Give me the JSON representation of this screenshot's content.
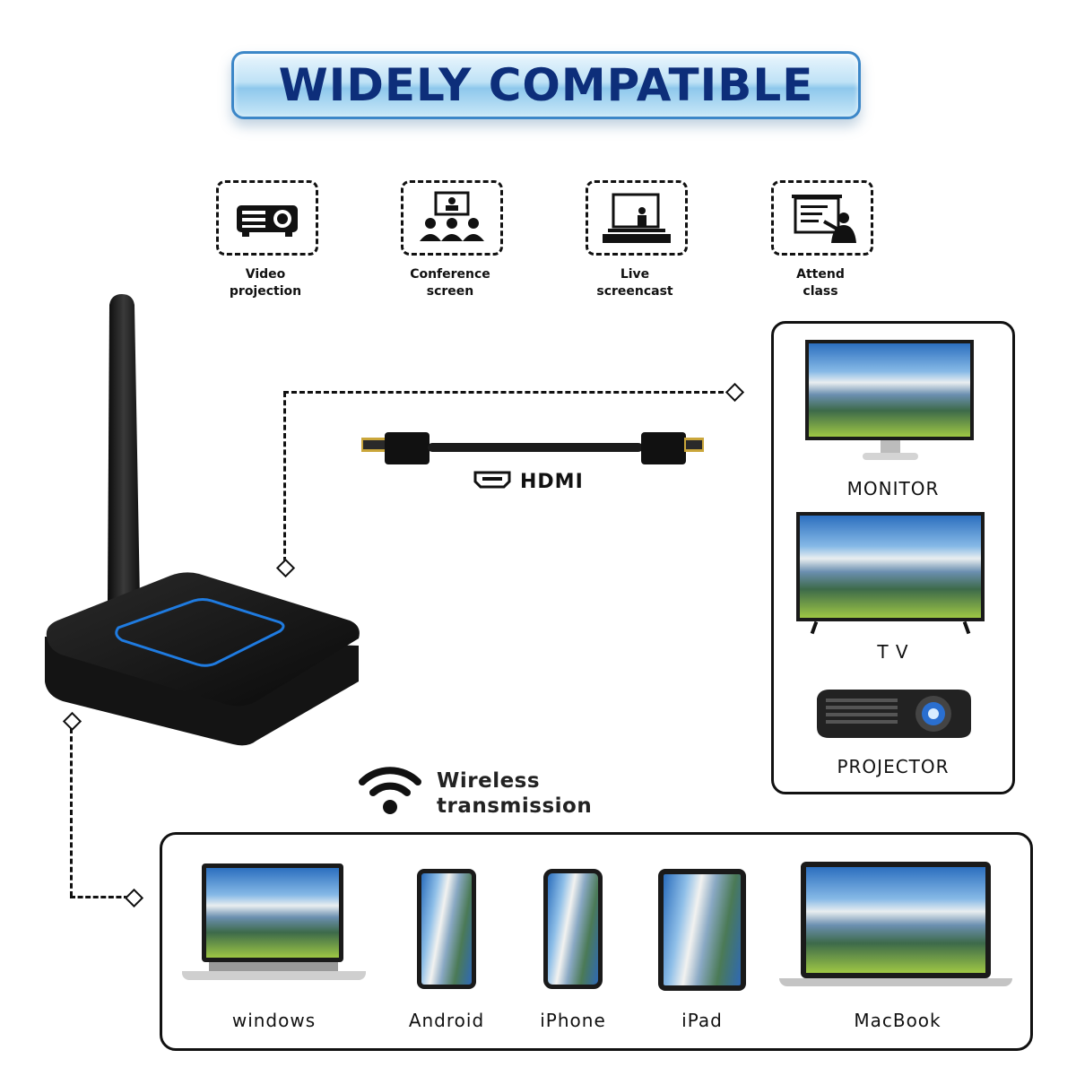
{
  "banner": {
    "title": "WIDELY COMPATIBLE"
  },
  "features": [
    {
      "label": "Video\nprojection",
      "icon": "projector-icon"
    },
    {
      "label": "Conference\nscreen",
      "icon": "conference-icon"
    },
    {
      "label": "Live\nscreencast",
      "icon": "screencast-icon"
    },
    {
      "label": "Attend\nclass",
      "icon": "teacher-icon"
    }
  ],
  "cable": {
    "label": "HDMI",
    "icon": "hdmi-port-icon"
  },
  "outputs": [
    {
      "label": "MONITOR",
      "icon": "monitor-icon"
    },
    {
      "label": "T V",
      "icon": "tv-icon"
    },
    {
      "label": "PROJECTOR",
      "icon": "projector-device-icon"
    }
  ],
  "wireless": {
    "label": "Wireless\ntransmission",
    "icon": "wifi-icon"
  },
  "sources": [
    {
      "label": "windows",
      "icon": "laptop-icon"
    },
    {
      "label": "Android",
      "icon": "android-phone-icon"
    },
    {
      "label": "iPhone",
      "icon": "iphone-icon"
    },
    {
      "label": "iPad",
      "icon": "tablet-icon"
    },
    {
      "label": "MacBook",
      "icon": "macbook-icon"
    }
  ],
  "colors": {
    "banner_text": "#0d2e7a",
    "banner_border": "#3c87c8",
    "device_glow": "#1f7be0"
  }
}
